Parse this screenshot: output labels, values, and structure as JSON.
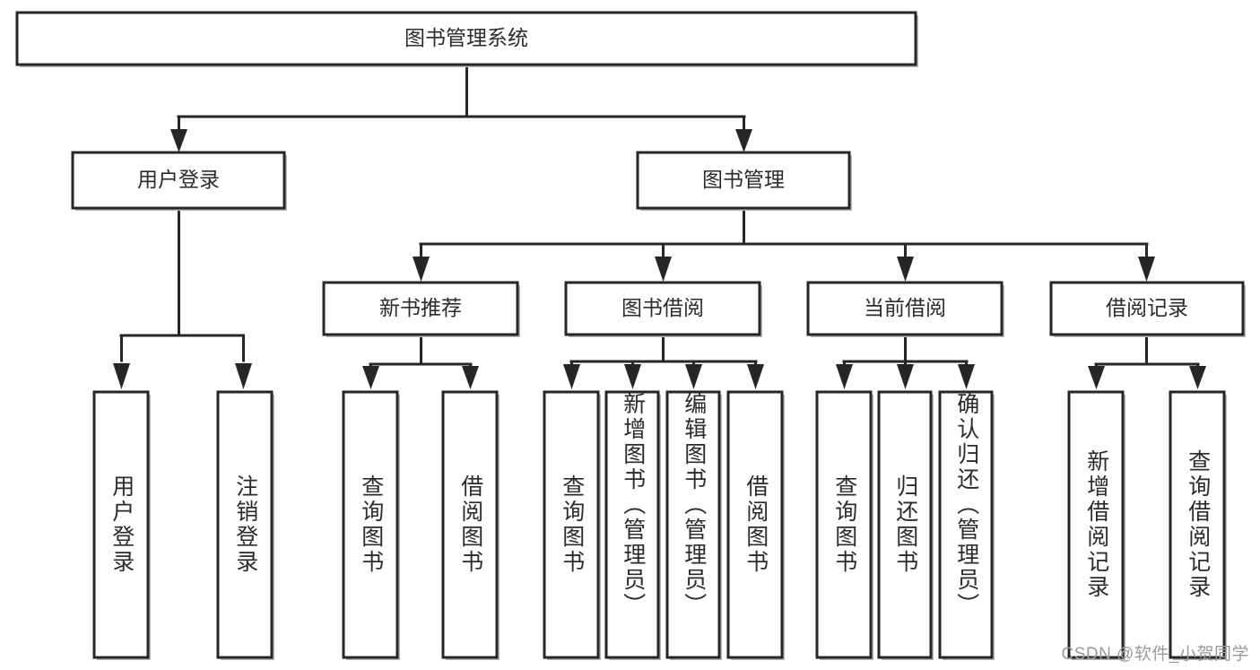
{
  "diagram": {
    "type": "tree-hierarchy",
    "title": "图书管理系统",
    "orientation": "top-down",
    "root": {
      "label": "图书管理系统",
      "level": 0
    },
    "level1": [
      {
        "label": "用户登录"
      },
      {
        "label": "图书管理"
      }
    ],
    "level2": [
      {
        "label": "新书推荐",
        "parent": "图书管理"
      },
      {
        "label": "图书借阅",
        "parent": "图书管理"
      },
      {
        "label": "当前借阅",
        "parent": "图书管理"
      },
      {
        "label": "借阅记录",
        "parent": "图书管理"
      }
    ],
    "leaves": {
      "user_login": [
        {
          "label": "用户登录"
        },
        {
          "label": "注销登录"
        }
      ],
      "new_book_recommend": [
        {
          "label": "查询图书"
        },
        {
          "label": "借阅图书"
        }
      ],
      "book_borrow": [
        {
          "label": "查询图书"
        },
        {
          "label": "新增图书（管理员）"
        },
        {
          "label": "编辑图书（管理员）"
        },
        {
          "label": "借阅图书"
        }
      ],
      "current_borrow": [
        {
          "label": "查询图书"
        },
        {
          "label": "归还图书"
        },
        {
          "label": "确认归还（管理员）"
        }
      ],
      "borrow_record": [
        {
          "label": "新增借阅记录"
        },
        {
          "label": "查询借阅记录"
        }
      ]
    }
  },
  "watermark": {
    "text": "CSDN @软件_小贺同学"
  },
  "colors": {
    "stroke": "#262626",
    "fill": "#ffffff",
    "text": "#2b2b2b",
    "shadow": "#b8b8b8",
    "watermark": "#9a9a9a"
  }
}
